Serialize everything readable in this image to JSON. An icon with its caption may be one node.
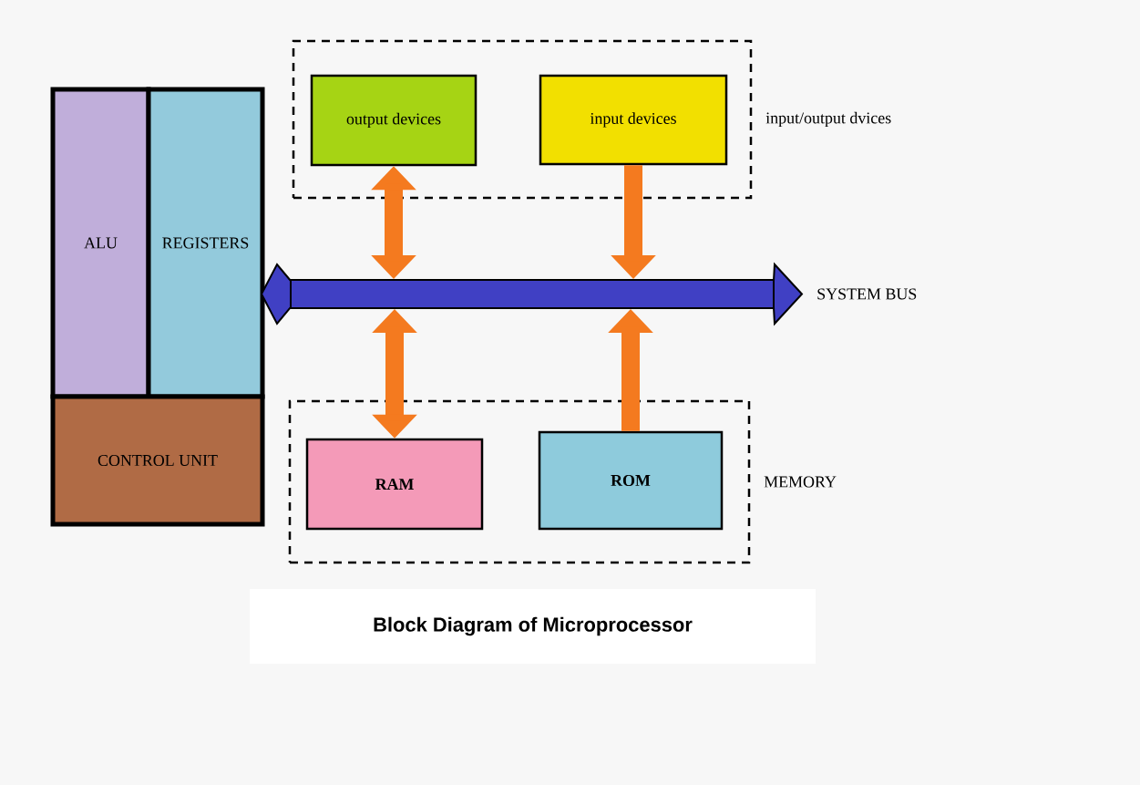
{
  "diagram": {
    "title": "Block Diagram of Microprocessor",
    "nodes": [
      {
        "text": [
          "ALU"
        ]
      },
      {
        "text": [
          "REGISTERS"
        ]
      },
      {
        "text": [
          "CONTROL UNIT"
        ]
      },
      {
        "text": [
          "input/output dvices"
        ]
      },
      {
        "text": [
          "output devices"
        ],
        "in": 3
      },
      {
        "text": [
          "input devices"
        ],
        "in": 3
      },
      {
        "text": [],
        "shape": "bar",
        "beside": [
          "SYSTEM BUS"
        ]
      },
      {
        "text": [
          "MEMORY"
        ]
      },
      {
        "text": [
          "RAM"
        ],
        "in": 7
      },
      {
        "text": [
          "ROM"
        ],
        "in": 7
      }
    ],
    "edges": [
      {
        "from": 4,
        "to": 6,
        "arrow": "both"
      },
      {
        "from": 5,
        "to": 6,
        "arrow": "to"
      },
      {
        "from": 8,
        "to": 6,
        "arrow": "both"
      },
      {
        "from": 9,
        "to": 6,
        "arrow": "to"
      }
    ]
  }
}
